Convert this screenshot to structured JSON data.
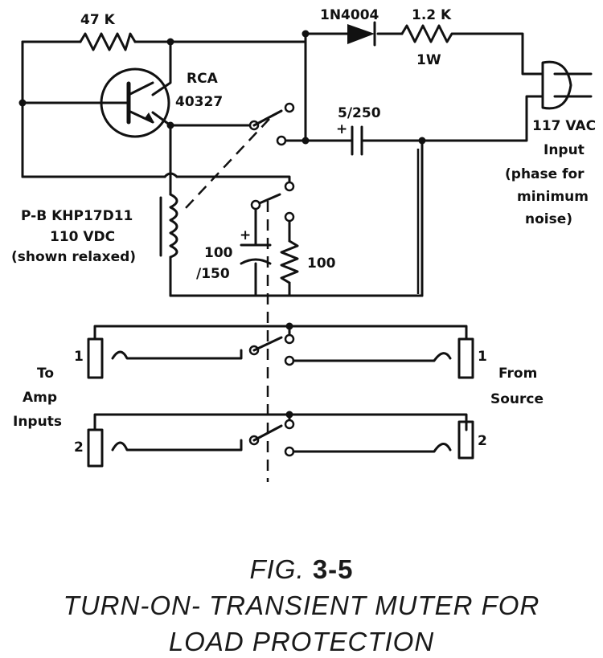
{
  "labels": {
    "r_47k": "47 K",
    "diode": "1N4004",
    "r_1k2": "1.2 K",
    "r_1k2_watt": "1W",
    "transistor_line1": "RCA",
    "transistor_line2": "40327",
    "cap_5_250": "5/250",
    "cap_plus_top": "+",
    "input_line1": "117 VAC",
    "input_line2": "Input",
    "input_line3": "(phase for",
    "input_line4": "minimum",
    "input_line5": "noise)",
    "relay_line1": "P-B KHP17D11",
    "relay_line2": "110 VDC",
    "relay_line3": "(shown relaxed)",
    "cap_100_line1": "100",
    "cap_100_line2": "/150",
    "cap_plus_mid": "+",
    "r_100": "100",
    "to_amp_line1": "To",
    "to_amp_line2": "Amp",
    "to_amp_line3": "Inputs",
    "from_source_line1": "From",
    "from_source_line2": "Source",
    "ch1_left": "1",
    "ch2_left": "2",
    "ch1_right": "1",
    "ch2_right": "2"
  },
  "caption": {
    "fig_prefix": "FIG.",
    "fig_number": "3-5",
    "line1": "TURN-ON- TRANSIENT MUTER FOR",
    "line2": "LOAD PROTECTION"
  }
}
